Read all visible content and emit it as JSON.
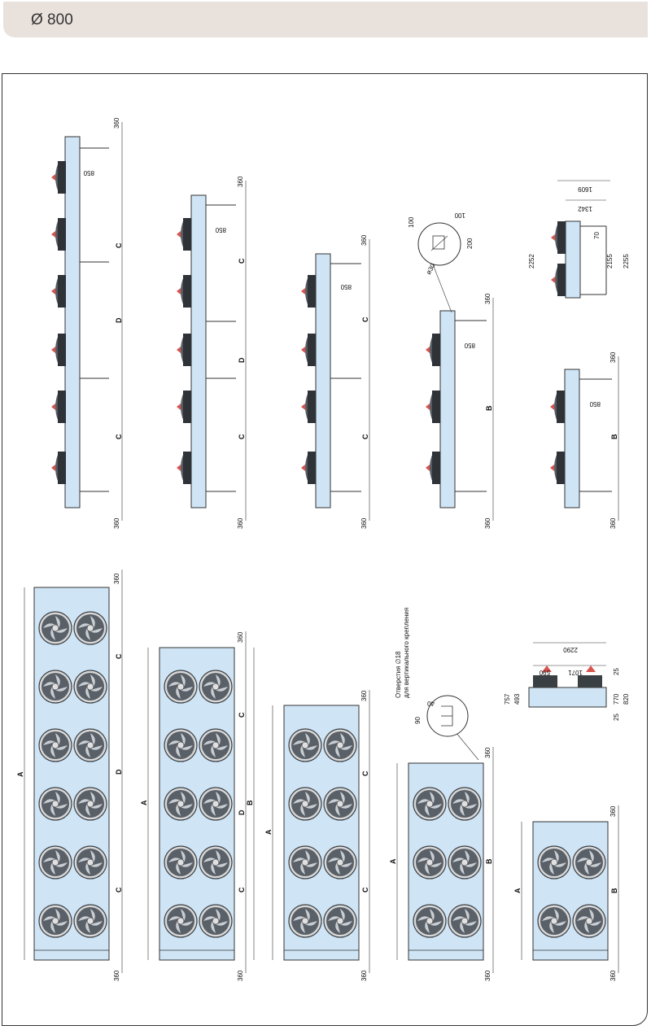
{
  "header": {
    "title": "Ø 800"
  },
  "colors": {
    "unit_fill": "#cfe4f5",
    "line": "#333333",
    "fan": "#3a3f44",
    "header_bg": "#e9e2dc"
  },
  "labels": {
    "d360": "360",
    "d850": "850",
    "A": "A",
    "B": "B",
    "C": "C",
    "D": "D",
    "d100a": "100",
    "d100b": "100",
    "d200": "200",
    "dphi30": "ø30",
    "d1609": "1609",
    "d1342": "1342",
    "d2252": "2252",
    "d2155": "2155",
    "d2255": "2255",
    "d70": "70",
    "holes_line1": "Отверстия ∅18",
    "holes_line2": "для вертикального крепления",
    "d40": "40",
    "d90": "90",
    "d2290": "2290",
    "d590": "590",
    "d1071": "1071",
    "d757": "757",
    "d493": "493",
    "d25a": "25",
    "d25b": "25",
    "d770": "770",
    "d820": "820"
  }
}
